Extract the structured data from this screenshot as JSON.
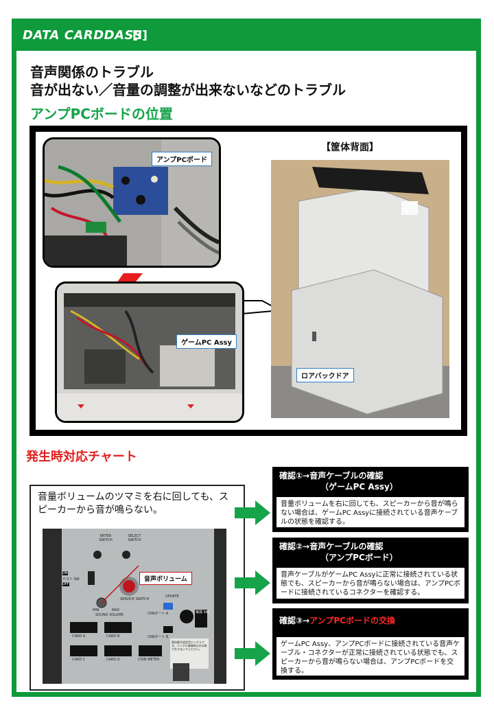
{
  "header": {
    "title": "DATA CARDDASS",
    "tag": "[Ⅰ]"
  },
  "heading": {
    "line1": "音声関係のトラブル",
    "line2": "音が出ない／音量の調整が出来ないなどのトラブル"
  },
  "section1": {
    "title": "アンプPCボードの位置",
    "rear_label": "【筐体背面】",
    "labels": {
      "amp_board": "アンプPCボード",
      "game_pc": "ゲームPC Assy",
      "lower_door": "ロアバックドア"
    }
  },
  "section2": {
    "title": "発生時対応チャート",
    "symptom": "音量ボリュームのツマミを右に回しても、スピーカーから音が鳴らない。",
    "volume_label": "音声ボリューム",
    "panel_text": {
      "enter_switch": "ENTER SWITCH",
      "select_switch": "SELECT SWITCH",
      "test_sw": "テスト SW",
      "on": "ON",
      "off": "OFF",
      "min": "MIN",
      "max": "MAX",
      "sound_volume": "SOUND VOLUME",
      "service_switch": "SERVICE SWITCH",
      "update": "UPDATE",
      "usb_a": "USBポート A",
      "usb_b": "USBポート B",
      "power_sw": "電源 SW",
      "card_a": "CARD A",
      "card_b": "CARD B",
      "card_c": "CARD C",
      "card_d": "CARD D",
      "coin_meter": "COIN METER",
      "dongle_note": "筐体番号設定用ドングルです。ドングル故障時以外は取り外さないでください。"
    },
    "checks": [
      {
        "title_line1": "確認①→音声ケーブルの確認",
        "title_line2": "（ゲームPC Assy）",
        "body": "音量ボリュームを右に回しても、スピーカーから音が鳴らない場合は、ゲームPC Assyに接続されている音声ケーブルの状態を確認する。"
      },
      {
        "title_line1": "確認②→音声ケーブルの確認",
        "title_line2": "（アンプPCボード）",
        "body": "音声ケーブルがゲームPC Assyに正常に接続されている状態でも、スピーカーから音が鳴らない場合は、アンプPCボードに接続されているコネクターを確認する。"
      },
      {
        "title_prefix": "確認③→",
        "title_highlight": "アンプPCボードの交換",
        "body": "ゲームPC Assy、アンプPCボードに接続されている音声ケーブル・コネクターが正常に接続されている状態でも、スピーカーから音が鳴らない場合は、アンプPCボードを交換する。"
      }
    ]
  },
  "colors": {
    "brand_green": "#0f9a3b",
    "section_green": "#16a34a",
    "alert_red": "#e11d1d",
    "label_blue": "#2b7fc7"
  }
}
